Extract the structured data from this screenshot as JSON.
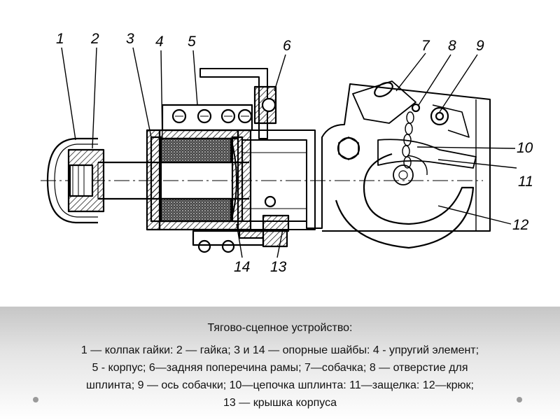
{
  "labels": {
    "n1": "1",
    "n2": "2",
    "n3": "3",
    "n4": "4",
    "n5": "5",
    "n6": "6",
    "n7": "7",
    "n8": "8",
    "n9": "9",
    "n10": "10",
    "n11": "11",
    "n12": "12",
    "n13": "13",
    "n14": "14"
  },
  "caption": {
    "title": "Тягово-сцепное устройство:",
    "line1": "1 — колпак гайки: 2 — гайка; 3 и 14 — опорные шайбы: 4 - упругий элемент;",
    "line2": "5 - корпус; 6—задняя поперечина рамы; 7—собачка; 8 — отверстие для",
    "line3": "шплинта; 9 — ось собачки; 10—цепочка шплинта: 11—защелка: 12—крюк;",
    "line4": "13 — крышка корпуса"
  }
}
